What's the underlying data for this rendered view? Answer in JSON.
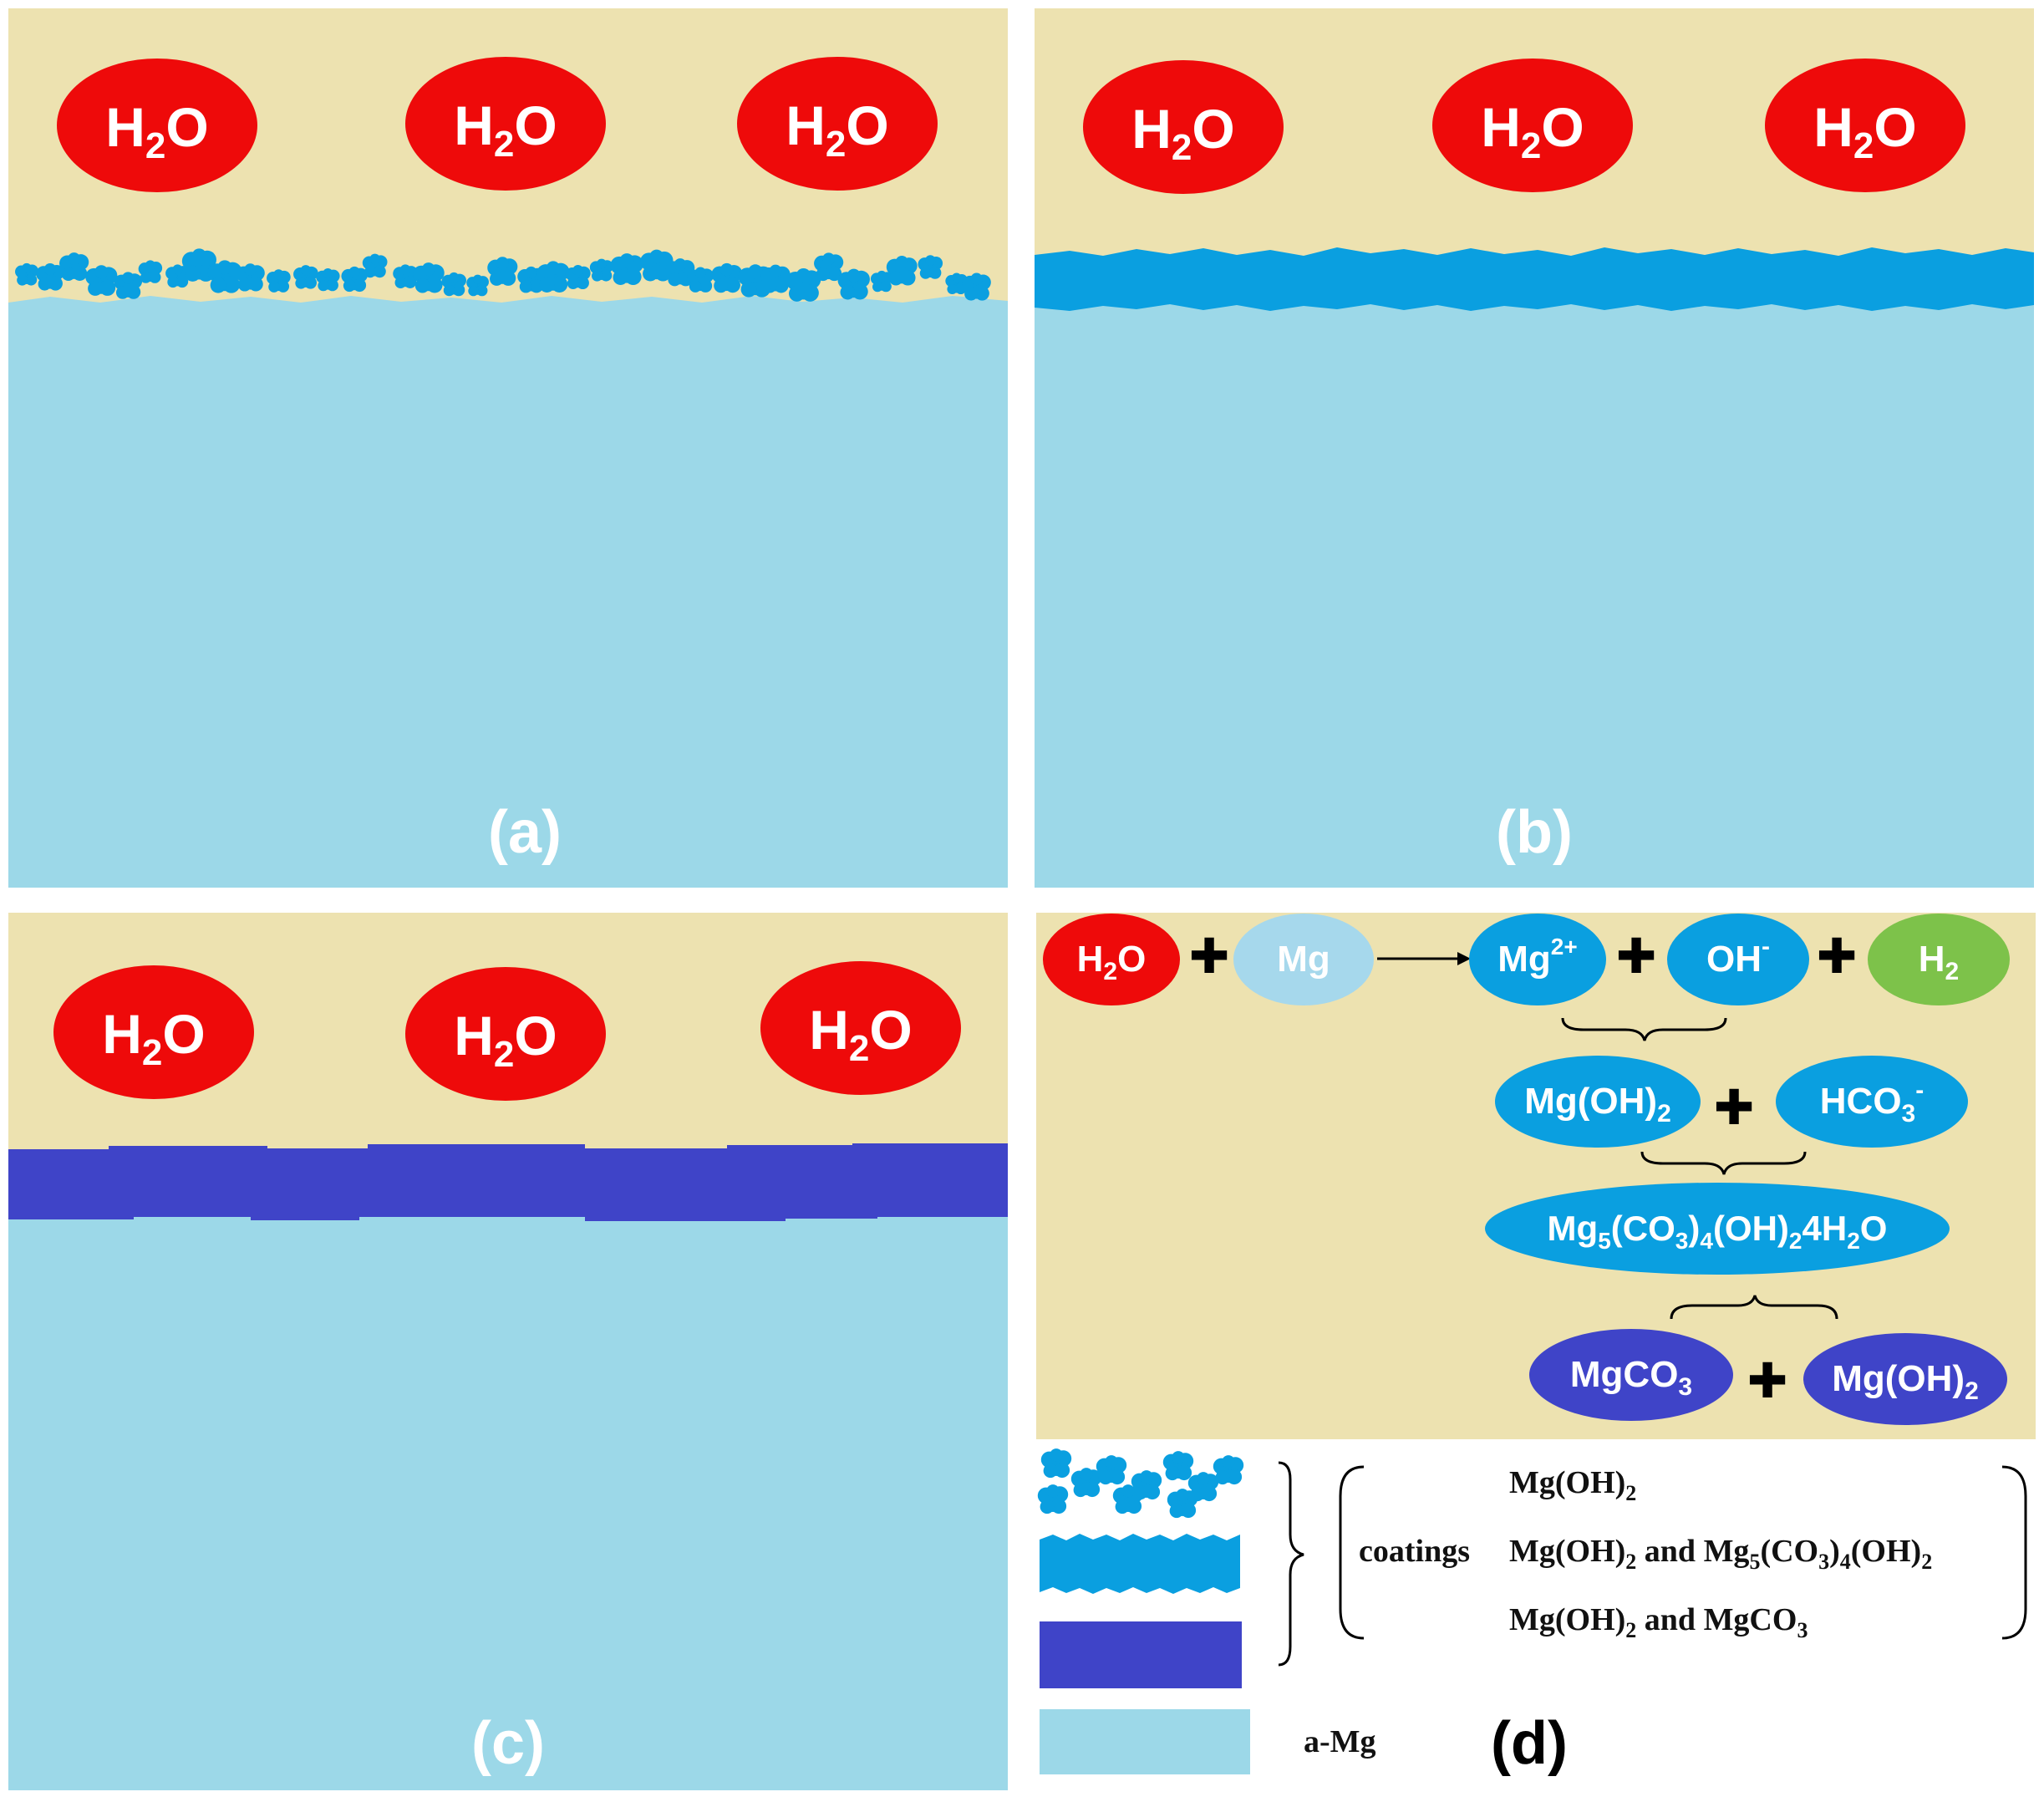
{
  "colors": {
    "water_bg": "#EDE2B0",
    "substrate": "#9CD8E8",
    "mgoh2": "#0A9FE0",
    "carbonate_layer": "#3F44C8",
    "water_ellipse": "#EE0A0A",
    "mg_ellipse": "#A6D8EC",
    "h2_ellipse": "#7DC24A",
    "panel_label": "#FFFFFF",
    "legend_label": "#000000"
  },
  "molecule": {
    "symbol": "H",
    "sub": "2",
    "tail": "O"
  },
  "panels": {
    "a": {
      "label": "(a)"
    },
    "b": {
      "label": "(b)"
    },
    "c": {
      "label": "(c)"
    },
    "d": {
      "label": "(d)"
    }
  },
  "reactions": {
    "plus": "✚",
    "reactants": {
      "h2o": {
        "main": "H",
        "sub": "2",
        "tail": "O"
      },
      "mg": {
        "main": "Mg"
      }
    },
    "products": {
      "mg2": {
        "main": "Mg",
        "sup": "2+"
      },
      "oh": {
        "main": "OH",
        "sup": "-"
      },
      "h2": {
        "main": "H",
        "sub": "2"
      }
    },
    "step2": {
      "mgoh2": {
        "main": "Mg(OH)",
        "sub": "2"
      },
      "hco3": {
        "main": "HCO",
        "sub": "3",
        "sup": "-"
      }
    },
    "step3": {
      "p1": "Mg",
      "s1": "5",
      "p2": "(CO",
      "s2": "3",
      "p3": ")",
      "s3": "4",
      "p4": "(OH)",
      "s4": "2",
      "p5": "4H",
      "s5": "2",
      "p6": "O"
    },
    "step4": {
      "mgco3": {
        "main": "MgCO",
        "sub": "3"
      },
      "mgoh2": {
        "main": "Mg(OH)",
        "sub": "2"
      }
    }
  },
  "legend": {
    "coatings": "coatings",
    "line1": {
      "a": "Mg(OH)",
      "b": "2"
    },
    "line2": {
      "a": "Mg(OH)",
      "b": "2",
      "c": " and Mg",
      "d": "5",
      "e": "(CO",
      "f": "3",
      "g": ")",
      "h": "4",
      "i": "(OH)",
      "j": "2"
    },
    "line3": {
      "a": "Mg(OH)",
      "b": "2",
      "c": " and MgCO",
      "d": "3"
    },
    "substrate": "a-Mg"
  }
}
